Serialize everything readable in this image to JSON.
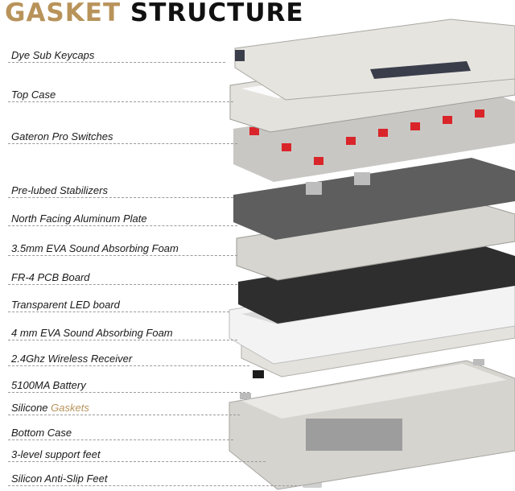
{
  "title": {
    "part1": "GASKET",
    "part2": "STRUCTURE"
  },
  "layers": [
    {
      "label": "Dye Sub Keycaps"
    },
    {
      "label": "Top Case"
    },
    {
      "label": "Gateron Pro Switches"
    },
    {
      "label": "Pre-lubed Stabilizers"
    },
    {
      "label": "North Facing Aluminum Plate"
    },
    {
      "label": "3.5mm EVA Sound Absorbing Foam"
    },
    {
      "label": "FR-4 PCB Board"
    },
    {
      "label": "Transparent LED board"
    },
    {
      "label": "4 mm EVA  Sound Absorbing Foam"
    },
    {
      "label": "2.4Ghz Wireless Receiver"
    },
    {
      "label": "5100MA Battery"
    },
    {
      "label": "Silicone ",
      "highlight": "Gaskets"
    },
    {
      "label": "Bottom Case"
    },
    {
      "label": "3-level support feet"
    },
    {
      "label": "Silicon Anti-Slip Feet"
    }
  ],
  "colors": {
    "accent": "#b8935a",
    "keycap": "#e6e4df",
    "keycap_dark": "#3a3d4a",
    "switch_stem": "#d9252a",
    "plate": "#6b6b6b",
    "pcb": "#2e2e2e",
    "case": "#dcdad5"
  }
}
